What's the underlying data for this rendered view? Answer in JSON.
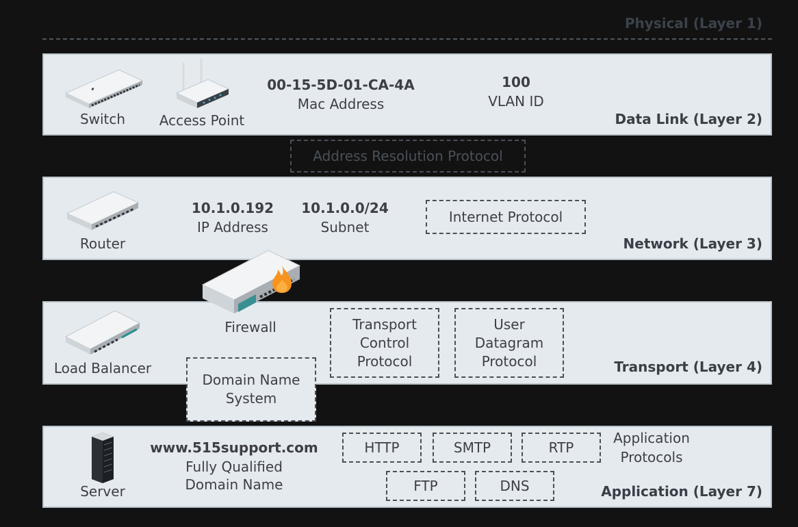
{
  "layers": {
    "physical": "Physical (Layer 1)",
    "datalink": "Data Link (Layer 2)",
    "network": "Network (Layer 3)",
    "transport": "Transport (Layer 4)",
    "application": "Application (Layer 7)"
  },
  "datalink": {
    "switch": "Switch",
    "access_point": "Access Point",
    "mac_value": "00-15-5D-01-CA-4A",
    "mac_label": "Mac Address",
    "vlan_value": "100",
    "vlan_label": "VLAN ID"
  },
  "arp": "Address Resolution Protocol",
  "network": {
    "router": "Router",
    "ip_value": "10.1.0.192",
    "ip_label": "IP Address",
    "subnet_value": "10.1.0.0/24",
    "subnet_label": "Subnet",
    "protocol": "Internet Protocol"
  },
  "transport": {
    "firewall": "Firewall",
    "load_balancer": "Load Balancer",
    "tcp": [
      "Transport",
      "Control",
      "Protocol"
    ],
    "udp": [
      "User",
      "Datagram",
      "Protocol"
    ]
  },
  "dns_box": [
    "Domain Name",
    "System"
  ],
  "application": {
    "server": "Server",
    "fqdn_value": "www.515support.com",
    "fqdn_label": [
      "Fully Qualified",
      "Domain Name"
    ],
    "protocols": [
      "HTTP",
      "SMTP",
      "RTP",
      "FTP",
      "DNS"
    ],
    "protocols_label": [
      "Application",
      "Protocols"
    ]
  },
  "colors": {
    "background": "#121212",
    "band": "#e5eaee",
    "text": "#3d3f45",
    "flame": "#f7931e"
  },
  "icons": [
    "switch-icon",
    "access-point-icon",
    "router-icon",
    "firewall-icon",
    "flame-icon",
    "load-balancer-icon",
    "server-rack-icon"
  ]
}
